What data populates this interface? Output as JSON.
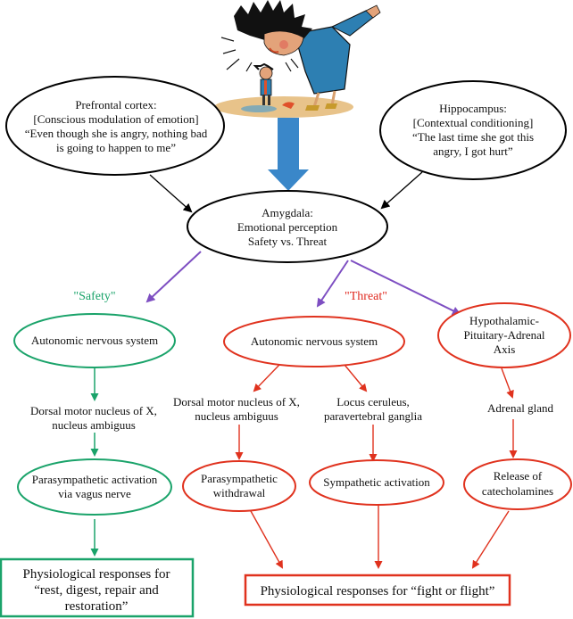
{
  "colors": {
    "black": "#000000",
    "safety_green": "#1aa36a",
    "threat_red": "#e0321e",
    "purple": "#7e4fc2",
    "blue_arrow": "#3a87c9"
  },
  "illustration": {
    "description": "angry adult woman yelling at a small child",
    "icon": "angry-parent-child-illustration"
  },
  "prefrontal": {
    "lines": [
      "Prefrontal cortex:",
      "[Conscious modulation of emotion]",
      "“Even though she is angry, nothing bad",
      "is going to happen to me”"
    ]
  },
  "hippocampus": {
    "lines": [
      "Hippocampus:",
      "[Contextual conditioning]",
      "“The last time she got this",
      "angry, I got hurt”"
    ]
  },
  "amygdala": {
    "lines": [
      "Amygdala:",
      "Emotional perception",
      "Safety vs. Threat"
    ]
  },
  "safety_label": "\"Safety\"",
  "threat_label": "\"Threat\"",
  "safety_branch": {
    "ans": "Autonomic nervous system",
    "nucleus": [
      "Dorsal motor nucleus of X,",
      "nucleus ambiguus"
    ],
    "parasym": [
      "Parasympathetic activation",
      "via vagus nerve"
    ],
    "response": [
      "Physiological responses for",
      "“rest, digest, repair and",
      "restoration”"
    ]
  },
  "threat_branch": {
    "ans": "Autonomic nervous system",
    "nucleus": [
      "Dorsal motor nucleus of X,",
      "nucleus ambiguus"
    ],
    "locus": [
      "Locus ceruleus,",
      "paravertebral ganglia"
    ],
    "parasym_withdrawal": [
      "Parasympathetic",
      "withdrawal"
    ],
    "sympathetic": "Sympathetic activation",
    "hpa": [
      "Hypothalamic-",
      "Pituitary-Adrenal",
      "Axis"
    ],
    "adrenal": "Adrenal gland",
    "catecholamines": [
      "Release of",
      "catecholamines"
    ],
    "response": "Physiological responses for “fight or flight”"
  }
}
